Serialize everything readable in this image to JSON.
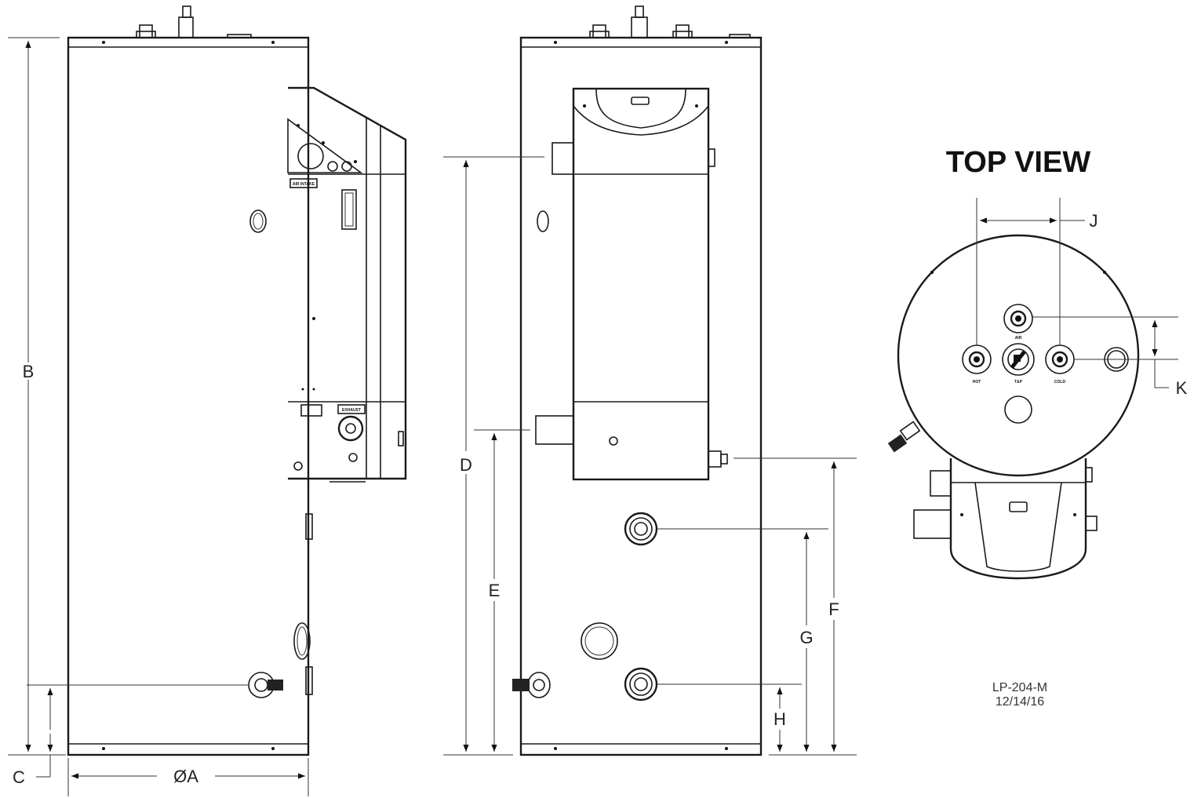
{
  "top_view": {
    "title": "TOP VIEW",
    "labels": {
      "hot": "HOT",
      "tp": "T&P",
      "cold": "COLD",
      "air": "AIR"
    }
  },
  "dimensions": {
    "A": "ØA",
    "B": "B",
    "C": "C",
    "D": "D",
    "E": "E",
    "F": "F",
    "G": "G",
    "H": "H",
    "J": "J",
    "K": "K"
  },
  "drawing_number": {
    "code": "LP-204-M",
    "date": "12/14/16"
  },
  "panel_labels": {
    "air_intake": "AIR INTAKE",
    "exhaust": "EXHAUST"
  }
}
